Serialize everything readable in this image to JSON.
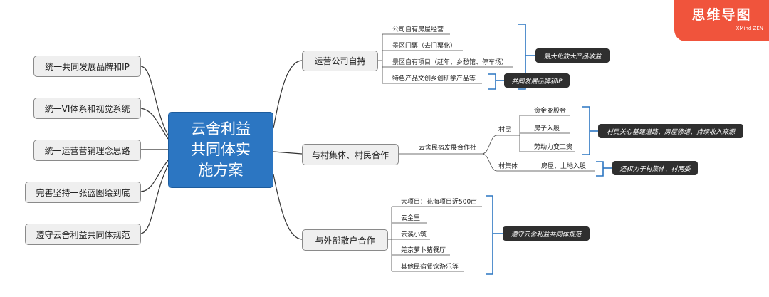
{
  "badge": {
    "title": "思维导图",
    "subtitle": "XMind·ZEN"
  },
  "central": "云舍利益共同体实施方案",
  "left": [
    "统一共同发展品牌和IP",
    "统一VI体系和视觉系统",
    "统一运营营销理念思路",
    "完善坚持一张蓝图绘到底",
    "遵守云舍利益共同体规范"
  ],
  "branches": {
    "operate": {
      "label": "运营公司自持",
      "items": [
        "公司自有房屋经营",
        "景区门票（去门票化）",
        "景区自有项目（赶年、乡愁馆、停车场）",
        "特色产品文创乡创研学产品等"
      ],
      "note1": "最大化放大产品收益",
      "note2": "共同发展品牌和IP"
    },
    "village": {
      "label": "与村集体、村民合作",
      "coop": "云舍民宿发展合作社",
      "villagers": "村民",
      "villager_items": [
        "资金变股金",
        "房子入股",
        "劳动力变工资"
      ],
      "collective": "村集体",
      "collective_item": "房屋、土地入股",
      "note1": "村民关心基建道路、房屋修缮、持续收入来源",
      "note2": "还权力于村集体、村两委"
    },
    "external": {
      "label": "与外部散户合作",
      "items": [
        "大项目：花海项目近500亩",
        "云金里",
        "云溪小筑",
        "羌京萝卜猪餐厅",
        "其他民宿餐饮游乐等"
      ],
      "note": "遵守云舍利益共同体规范"
    }
  }
}
